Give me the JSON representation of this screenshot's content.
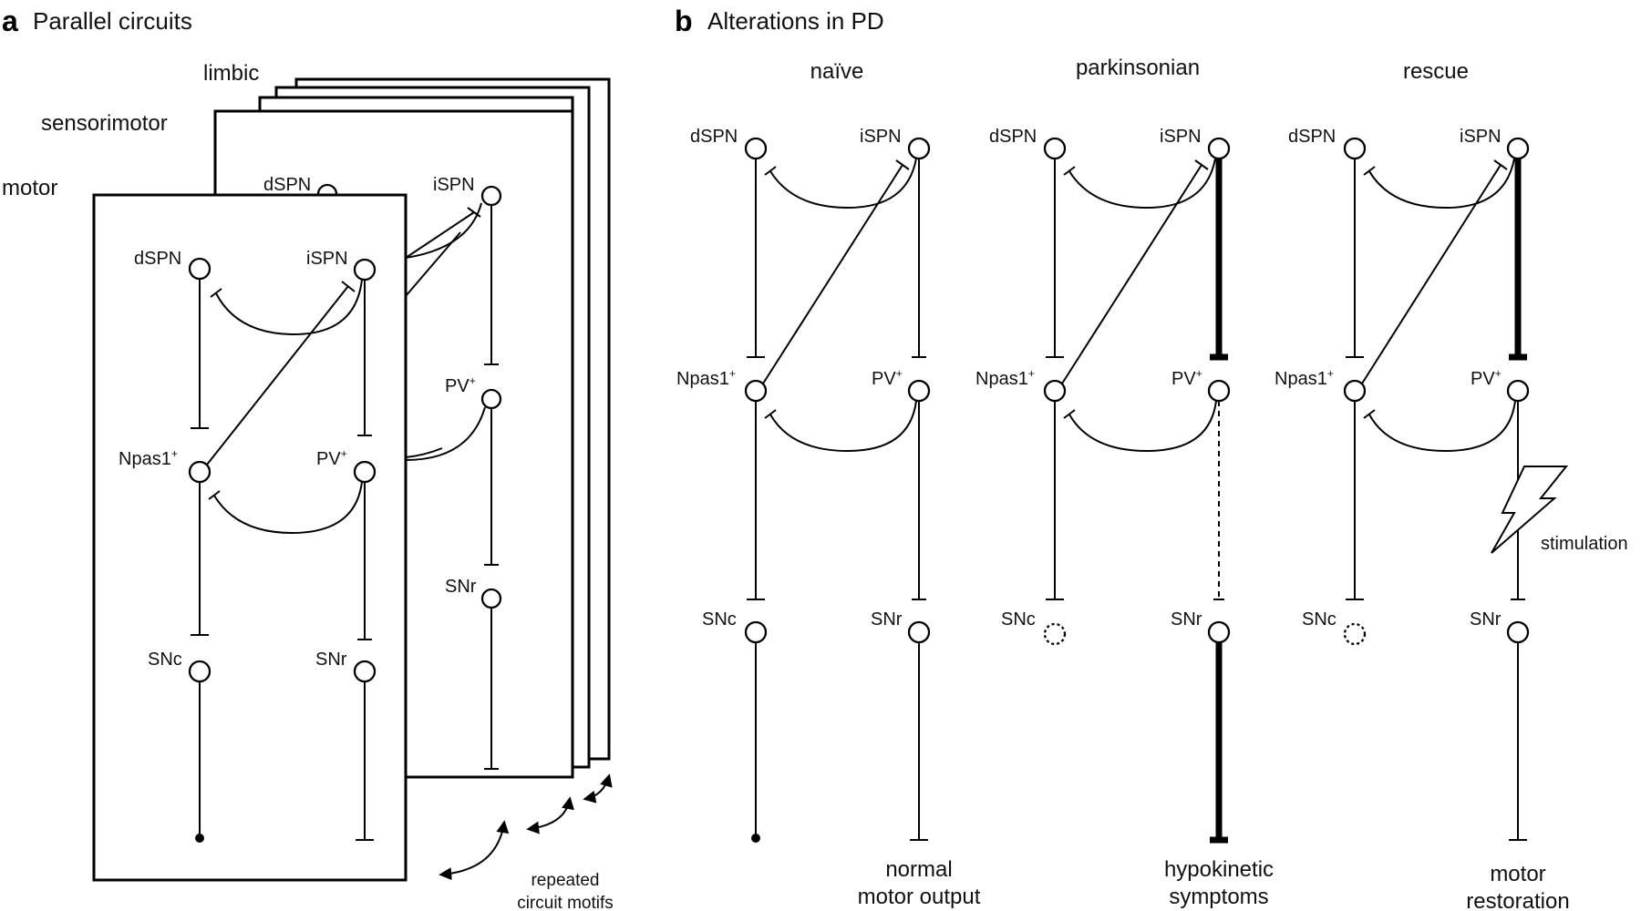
{
  "panel_a": {
    "letter": "a",
    "title": "Parallel circuits",
    "layer_labels": [
      "limbic",
      "sensorimotor",
      "motor"
    ],
    "nodes": {
      "dspn": "dSPN",
      "ispn": "iSPN",
      "npas1": "Npas1",
      "pv": "PV",
      "snc": "SNc",
      "snr": "SNr",
      "superscript": "+"
    },
    "footnote_line1": "repeated",
    "footnote_line2": "circuit motifs"
  },
  "panel_b": {
    "letter": "b",
    "title": "Alterations in PD",
    "columns": [
      {
        "header": "naïve",
        "outcome_line1": "normal",
        "outcome_line2": "motor output"
      },
      {
        "header": "parkinsonian",
        "outcome_line1": "hypokinetic",
        "outcome_line2": "symptoms"
      },
      {
        "header": "rescue",
        "outcome_line1": "motor",
        "outcome_line2": "restoration"
      }
    ],
    "stimulation_label": "stimulation"
  },
  "colors": {
    "ink": "#000000",
    "background": "#ffffff"
  }
}
